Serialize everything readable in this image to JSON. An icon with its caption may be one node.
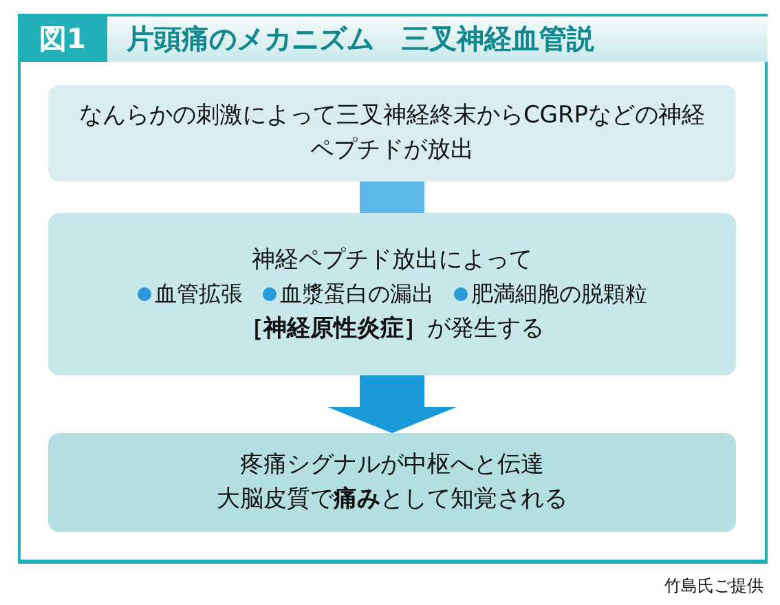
{
  "diagram": {
    "title": "片頭痛のメカニズム　三叉神経血管説",
    "caption": "竹島氏ご提供",
    "labels": [
      "図1"
    ],
    "nodes": [
      {
        "text": [
          "なんらかの刺激によって三叉神経終末からCGRPなどの神経ペプチドが放出"
        ]
      },
      {
        "text": [
          "神経ペプチド放出によって",
          "血管拡張",
          "血漿蛋白の漏出",
          "肥満細胞の脱顆粒",
          "**［神経原性炎症］**が発生する"
        ]
      },
      {
        "text": [
          "疼痛シグナルが中枢へと伝達",
          "大脳皮質で**痛み**として知覚される"
        ]
      }
    ],
    "edges": [
      {
        "from": 0,
        "to": 1,
        "arrow": "none",
        "color": "#5fb6e8"
      },
      {
        "from": 1,
        "to": 2,
        "arrow": "to",
        "color": "#1a9ad8"
      }
    ]
  }
}
